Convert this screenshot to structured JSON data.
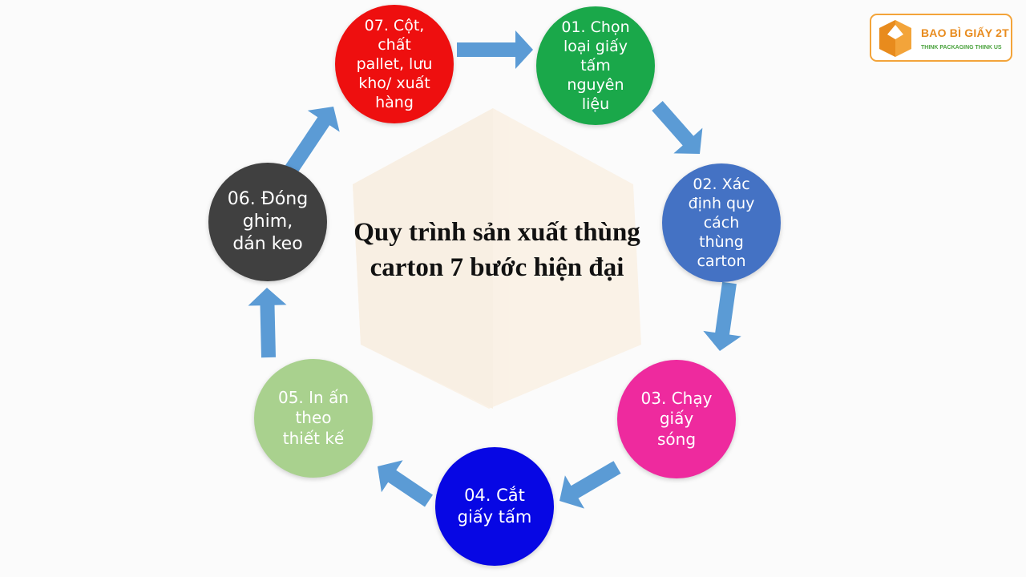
{
  "title_lines": [
    "Quy trình sản xuất thùng",
    "carton 7 bước hiện đại"
  ],
  "logo": {
    "name": "BAO BÌ GIẤY 2T",
    "tagline": "THINK PACKAGING THINK US",
    "colors": {
      "orange": "#f3a43a",
      "green": "#4aa23d"
    }
  },
  "arrow_color": "#5b9bd5",
  "steps": [
    {
      "label": "01. Chọn\nloại giấy\ntấm\nnguyên\nliệu",
      "color": "#1aa84a"
    },
    {
      "label": "02. Xác\nđịnh quy\ncách\nthùng\ncarton",
      "color": "#4472c4"
    },
    {
      "label": "03. Chạy\ngiấy\nsóng",
      "color": "#ee2a9e"
    },
    {
      "label": "04. Cắt\ngiấy tấm",
      "color": "#0707e4"
    },
    {
      "label": "05. In ấn\ntheo\nthiết kế",
      "color": "#a9d18e"
    },
    {
      "label": "06. Đóng\nghim,\ndán keo",
      "color": "#404040"
    },
    {
      "label": "07. Cột,\nchất\npallet, lưu\nkho/ xuất\nhàng",
      "color": "#ee0f0f"
    }
  ]
}
